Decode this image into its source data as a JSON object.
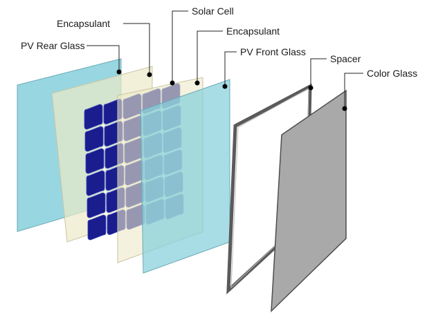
{
  "diagram": {
    "colors": {
      "glass_fill": "#86d0dc",
      "glass_stroke": "#6aa9b6",
      "encapsulant_fill": "#ece9c8",
      "encapsulant_stroke": "#c9c4a2",
      "cell_fill": "#1a1d8e",
      "cell_stroke": "#3e45c0",
      "cell_bus": "#ffffff",
      "spacer_stroke": "#5a5a5a",
      "color_glass_fill": "#a9a9a9",
      "leader": "#222222"
    },
    "labels": {
      "pv_rear_glass": "PV Rear Glass",
      "encapsulant_rear": "Encapsulant",
      "solar_cell": "Solar Cell",
      "encapsulant_front": "Encapsulant",
      "pv_front_glass": "PV Front Glass",
      "spacer": "Spacer",
      "color_glass": "Color Glass"
    }
  }
}
